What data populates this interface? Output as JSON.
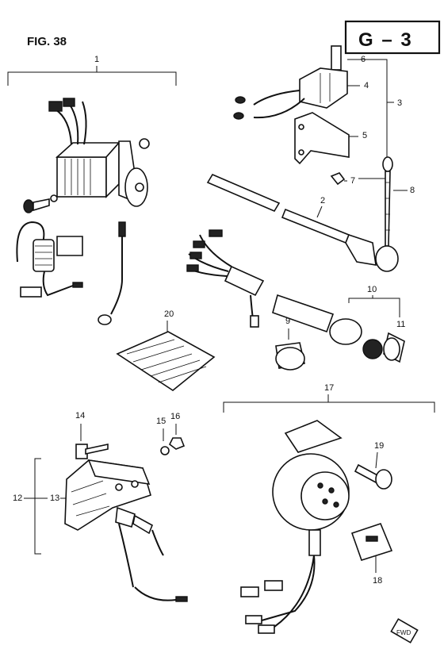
{
  "figure": {
    "title": "FIG. 38",
    "code": "G – 3"
  },
  "callouts": {
    "c1": "1",
    "c2": "2",
    "c3": "3",
    "c4": "4",
    "c5": "5",
    "c6": "6",
    "c7": "7",
    "c8": "8",
    "c9": "9",
    "c10": "10",
    "c11": "11",
    "c12": "12",
    "c13": "13",
    "c14": "14",
    "c15": "15",
    "c16": "16",
    "c17": "17",
    "c18": "18",
    "c19": "19",
    "c20": "20"
  },
  "corner_mark": "FWD"
}
